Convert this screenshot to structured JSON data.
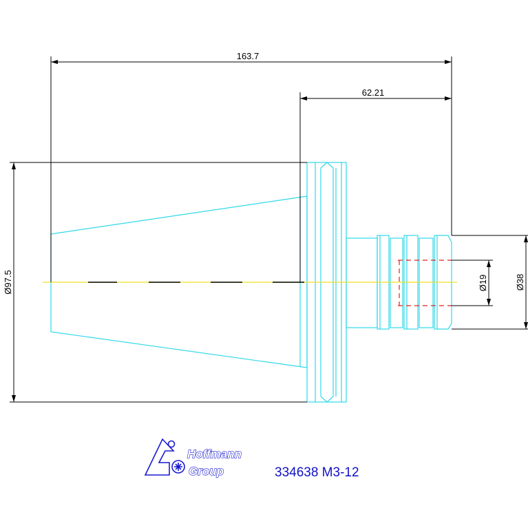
{
  "dimensions": {
    "overall_length": "163.7",
    "clamp_length": "62.21",
    "flange_diameter": "Ø97.5",
    "shank_diameter": "Ø38",
    "bore_diameter": "Ø19"
  },
  "logo": {
    "line1": "Hoffmann",
    "line2": "Group"
  },
  "part_number": "334638 M3-12",
  "colors": {
    "dimension": "#000000",
    "outline": "#30d8e8",
    "centerline": "#f0e020",
    "hidden": "#e02020",
    "brand": "#1a1ad0"
  }
}
